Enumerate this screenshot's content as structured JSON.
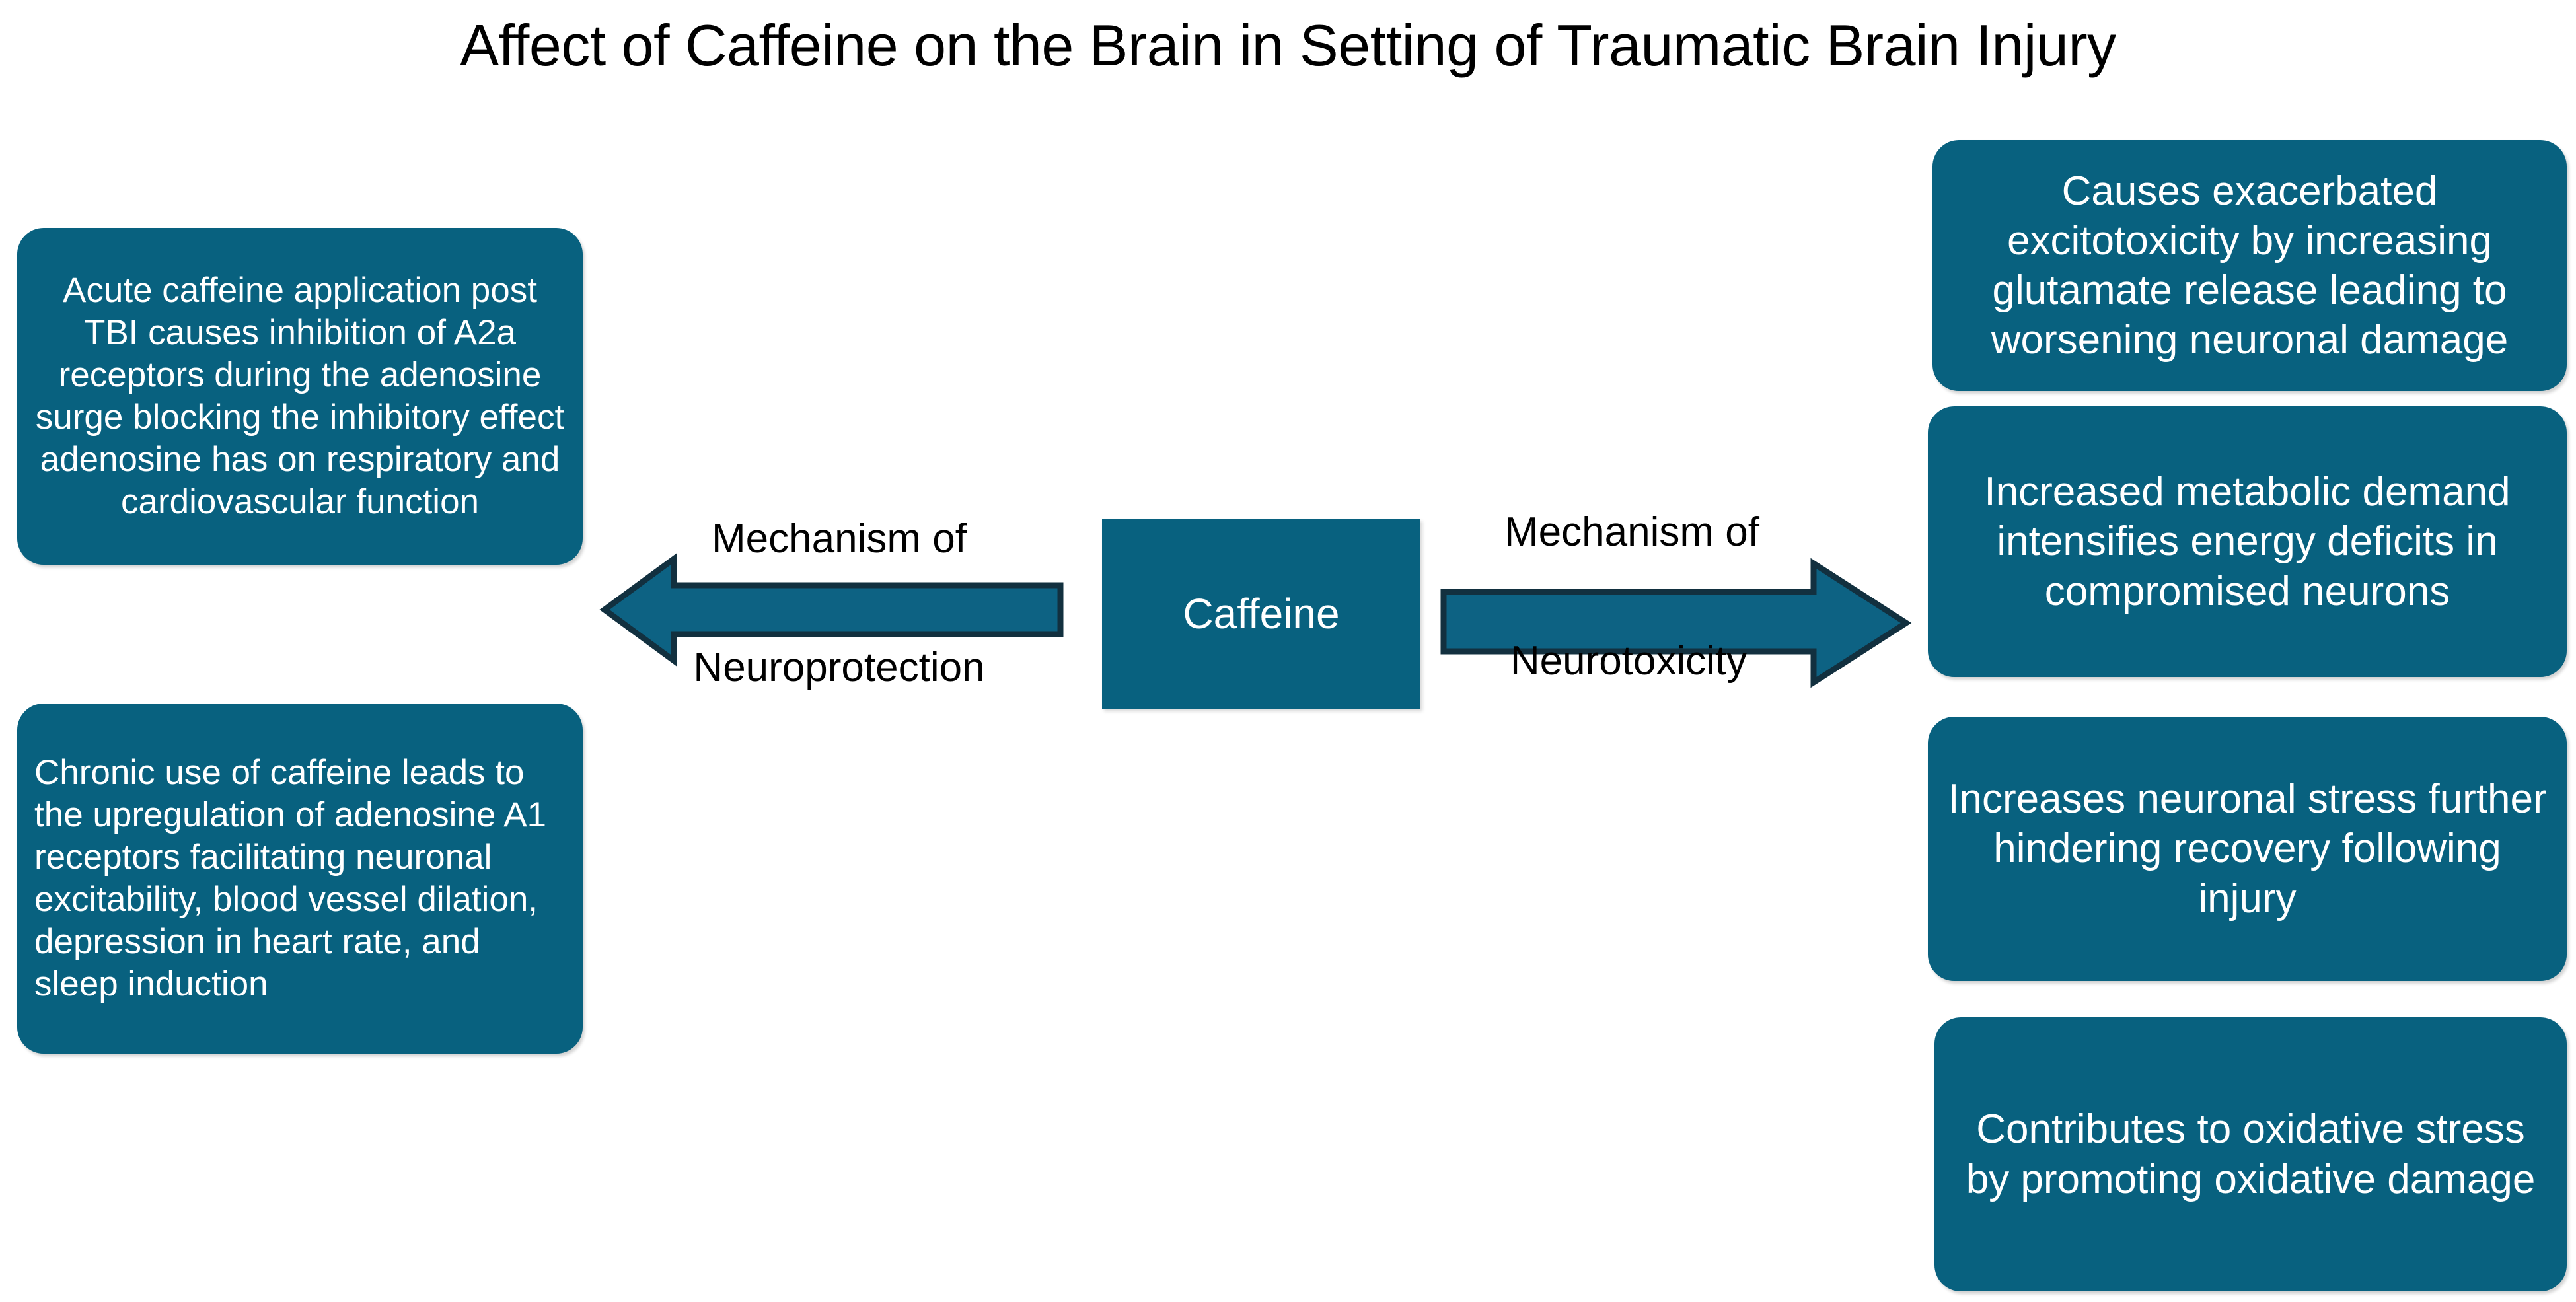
{
  "page": {
    "title": "Affect of Caffeine on the Brain in Setting of Traumatic Brain Injury",
    "background_color": "#FFFFFF",
    "accent_color": "#08617F",
    "outline_color": "#12303F",
    "text_on_accent_color": "#FFFFFF"
  },
  "center": {
    "node_label": "Caffeine"
  },
  "arrows": {
    "left": {
      "direction": "left",
      "label_top": "Mechanism of",
      "label_bottom": "Neuroprotection"
    },
    "right": {
      "direction": "right",
      "label_top": "Mechanism of",
      "label_bottom": "Neurotoxicity"
    }
  },
  "neuroprotection_boxes": [
    {
      "text": "Acute caffeine application post TBI causes inhibition of A2a receptors during the adenosine surge blocking the inhibitory effect adenosine has on respiratory and cardiovascular function"
    },
    {
      "text": "Chronic use of caffeine leads to the upregulation of adenosine A1 receptors facilitating neuronal excitability, blood vessel dilation, depression in heart rate, and sleep induction"
    }
  ],
  "neurotoxicity_boxes": [
    {
      "text": "Causes exacerbated excitotoxicity by increasing glutamate release leading to worsening neuronal damage"
    },
    {
      "text": "Increased metabolic demand intensifies energy deficits in compromised neurons"
    },
    {
      "text": "Increases neuronal stress further hindering recovery following injury"
    },
    {
      "text": "Contributes to oxidative stress by promoting oxidative damage"
    }
  ]
}
